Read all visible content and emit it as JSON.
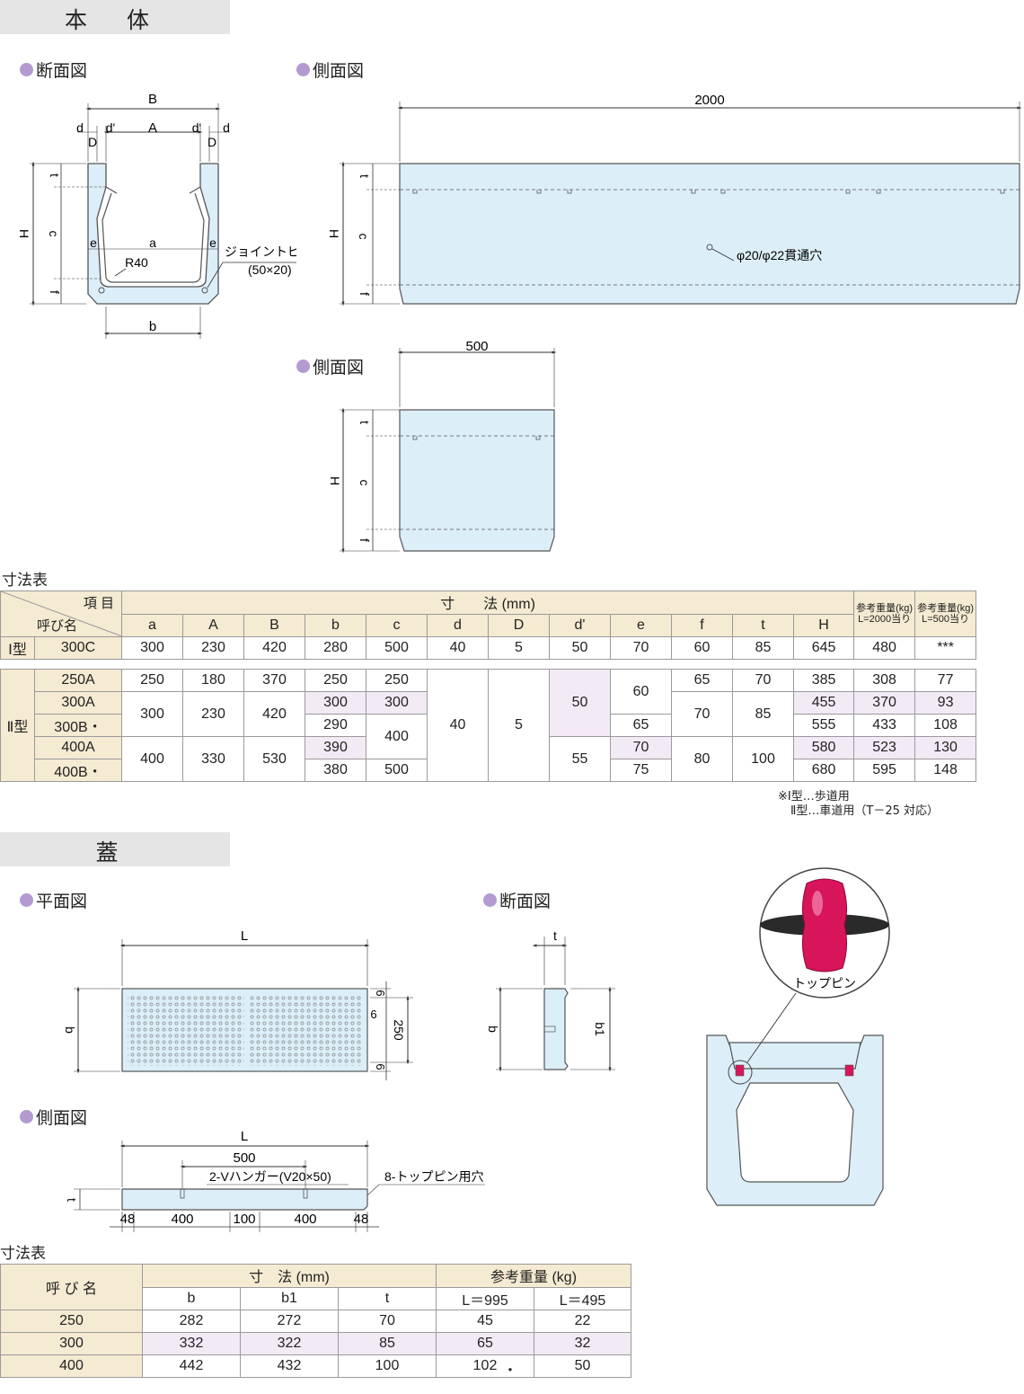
{
  "sections": {
    "main_body": "本 体",
    "lid": "蓋"
  },
  "subtitles": {
    "cross_section": "断面図",
    "side_view": "側面図",
    "side_view_500": "側面図",
    "plan_view": "平面図",
    "lid_cross_section": "断面図",
    "lid_side_view": "側面図"
  },
  "cross_section_labels": {
    "B": "B",
    "A": "A",
    "d_left": "d",
    "d_prime_left": "d'",
    "d_prime_right": "d'",
    "d_right": "d",
    "D_left": "D",
    "D_right": "D",
    "H": "H",
    "t": "t",
    "c": "c",
    "f": "f",
    "e_left": "e",
    "e_right": "e",
    "a": "a",
    "R40": "R40",
    "b": "b",
    "joint_pin": "ジョイントピン",
    "joint_pin_size": "(50×20)"
  },
  "side_view_labels": {
    "length": "2000",
    "H": "H",
    "t": "t",
    "c": "c",
    "f": "f",
    "hole": "φ20/φ22貫通穴"
  },
  "side_view_500_labels": {
    "length": "500",
    "H": "H",
    "t": "t",
    "c": "c",
    "f": "f"
  },
  "table1": {
    "title": "寸法表",
    "header_item": "項 目",
    "header_name": "呼び名",
    "header_dims": "寸　　法 (mm)",
    "header_w2000": "参考重量(kg) L=2000当り",
    "header_w500": "参考重量(kg) L=500当り",
    "columns": [
      "a",
      "A",
      "B",
      "b",
      "c",
      "d",
      "D",
      "d'",
      "e",
      "f",
      "t",
      "H"
    ],
    "type1": {
      "type": "Ⅰ型",
      "name": "300C",
      "values": [
        "300",
        "230",
        "420",
        "280",
        "500",
        "40",
        "5",
        "50",
        "70",
        "60",
        "85",
        "645",
        "480",
        "***"
      ]
    },
    "type2": {
      "type": "Ⅱ型",
      "names": [
        "250A",
        "300A",
        "300B",
        "400A",
        "400B"
      ],
      "dot_marks": [
        "",
        "",
        "・",
        "",
        "・"
      ],
      "a": [
        "250",
        "300",
        "400"
      ],
      "A": [
        "180",
        "230",
        "330"
      ],
      "B": [
        "370",
        "420",
        "530"
      ],
      "b": [
        "250",
        "300",
        "290",
        "390",
        "380"
      ],
      "c": [
        "250",
        "300",
        "400",
        "500"
      ],
      "d": "40",
      "D": "5",
      "d_prime": [
        "50",
        "55"
      ],
      "e": [
        "60",
        "65",
        "70",
        "75"
      ],
      "f": [
        "65",
        "70",
        "80"
      ],
      "t": [
        "70",
        "85",
        "100"
      ],
      "H": [
        "385",
        "455",
        "555",
        "580",
        "680"
      ],
      "w2000": [
        "308",
        "370",
        "433",
        "523",
        "595"
      ],
      "w500": [
        "77",
        "93",
        "108",
        "130",
        "148"
      ]
    },
    "note1": "※Ⅰ型…歩道用",
    "note2": "Ⅱ型…車道用（T－25 対応）"
  },
  "lid_plan_labels": {
    "L": "L",
    "b": "b",
    "six_top": "6",
    "six_mid": "6",
    "six_bottom": "6",
    "width": "250"
  },
  "lid_section_labels": {
    "t": "t",
    "b": "b",
    "b1": "b1"
  },
  "lid_side_labels": {
    "L": "L",
    "t": "t",
    "span500": "500",
    "hanger": "2-Vハンガー(V20×50)",
    "pin_holes": "8-トップピン用穴",
    "d48_left": "48",
    "d400_left": "400",
    "d100": "100",
    "d400_right": "400",
    "d48_right": "48"
  },
  "top_pin_label": "トップピン",
  "table2": {
    "title": "寸法表",
    "header_name": "呼 び 名",
    "header_dims": "寸　法 (mm)",
    "header_weight": "参考重量 (kg)",
    "columns": [
      "b",
      "b1",
      "t",
      "L＝995",
      "L＝495"
    ],
    "rows": [
      {
        "name": "250",
        "b": "282",
        "b1": "272",
        "t": "70",
        "w995": "45",
        "w495": "22"
      },
      {
        "name": "300",
        "b": "332",
        "b1": "322",
        "t": "85",
        "w995": "65",
        "w495": "32"
      },
      {
        "name": "400",
        "b": "442",
        "b1": "432",
        "t": "100",
        "w995": "102",
        "w495": "50"
      }
    ],
    "dot_mark": "・"
  },
  "colors": {
    "body_fill": "#dceef8",
    "body_stroke": "#555555",
    "section_bar": "#e5e5e5",
    "bullet": "#b39bd1",
    "table_header": "#f5ead2",
    "table_pink": "#f2eaf5",
    "pin": "#d8145a"
  }
}
